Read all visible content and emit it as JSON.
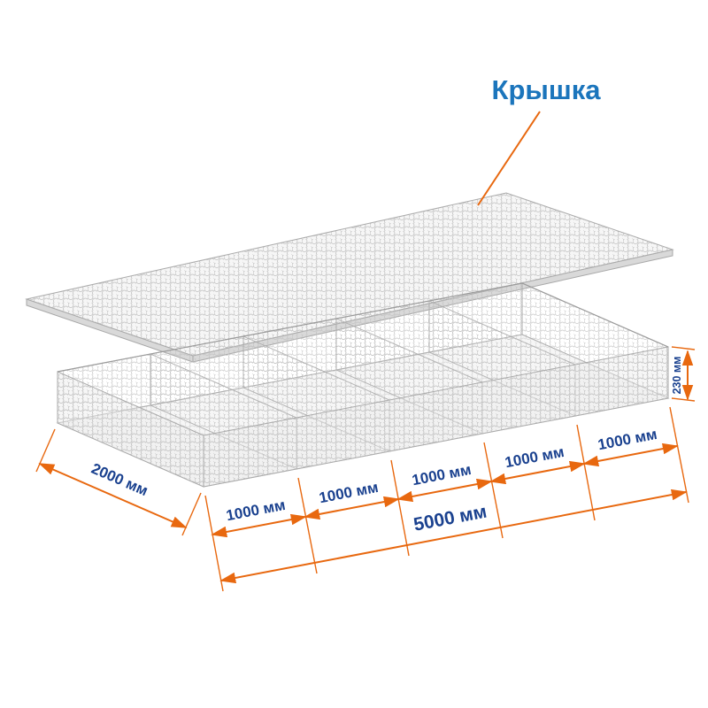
{
  "diagram": {
    "callout": {
      "label": "Крышка"
    },
    "dimensions": {
      "segments": [
        "1000 мм",
        "1000 мм",
        "1000 мм",
        "1000 мм",
        "1000 мм"
      ],
      "total_length": "5000 мм",
      "width": "2000 мм",
      "height": "230 мм"
    },
    "colors": {
      "accent_orange": "#E8680F",
      "label_blue": "#1B75BC",
      "dim_navy": "#1A418F",
      "mesh_gray": "#BFBFBF"
    }
  }
}
